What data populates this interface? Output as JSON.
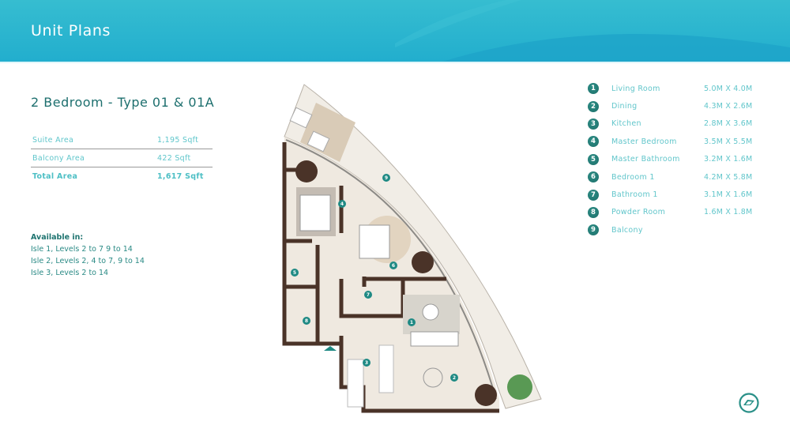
{
  "header": {
    "title": "Unit Plans",
    "colors": {
      "top": "#36bdd0",
      "bottom": "#22aece",
      "wave": "#1a9fc6"
    }
  },
  "unit": {
    "title": "2 Bedroom - Type 01 & 01A",
    "areas": [
      {
        "label": "Suite Area",
        "value": "1,195 Sqft"
      },
      {
        "label": "Balcony Area",
        "value": "422 Sqft"
      },
      {
        "label": "Total Area",
        "value": "1,617 Sqft"
      }
    ]
  },
  "availability": {
    "heading": "Available in:",
    "lines": [
      "Isle 1, Levels 2 to 7 9 to 14",
      "Isle 2, Levels 2, 4 to 7, 9 to 14",
      "Isle 3, Levels 2 to 14"
    ]
  },
  "legend": {
    "rooms": [
      {
        "num": "1",
        "name": "Living Room",
        "dims": "5.0M X 4.0M"
      },
      {
        "num": "2",
        "name": "Dining",
        "dims": "4.3M X 2.6M"
      },
      {
        "num": "3",
        "name": "Kitchen",
        "dims": "2.8M X 3.6M"
      },
      {
        "num": "4",
        "name": "Master Bedroom",
        "dims": "3.5M X 5.5M"
      },
      {
        "num": "5",
        "name": "Master Bathroom",
        "dims": "3.2M X 1.6M"
      },
      {
        "num": "6",
        "name": "Bedroom 1",
        "dims": "4.2M X 5.8M"
      },
      {
        "num": "7",
        "name": "Bathroom 1",
        "dims": "3.1M X 1.6M"
      },
      {
        "num": "8",
        "name": "Powder Room",
        "dims": "1.6M X 1.8M"
      },
      {
        "num": "9",
        "name": "Balcony",
        "dims": ""
      }
    ]
  },
  "floorplan": {
    "markers": [
      "1",
      "2",
      "3",
      "4",
      "5",
      "6",
      "7",
      "8",
      "9"
    ],
    "wall_color": "#4a3328",
    "floor_color": "#efeae2",
    "badge_color": "#1f8a84"
  },
  "brand": {
    "logo_icon": "compass-logo-icon",
    "color": "#1f8a84"
  }
}
